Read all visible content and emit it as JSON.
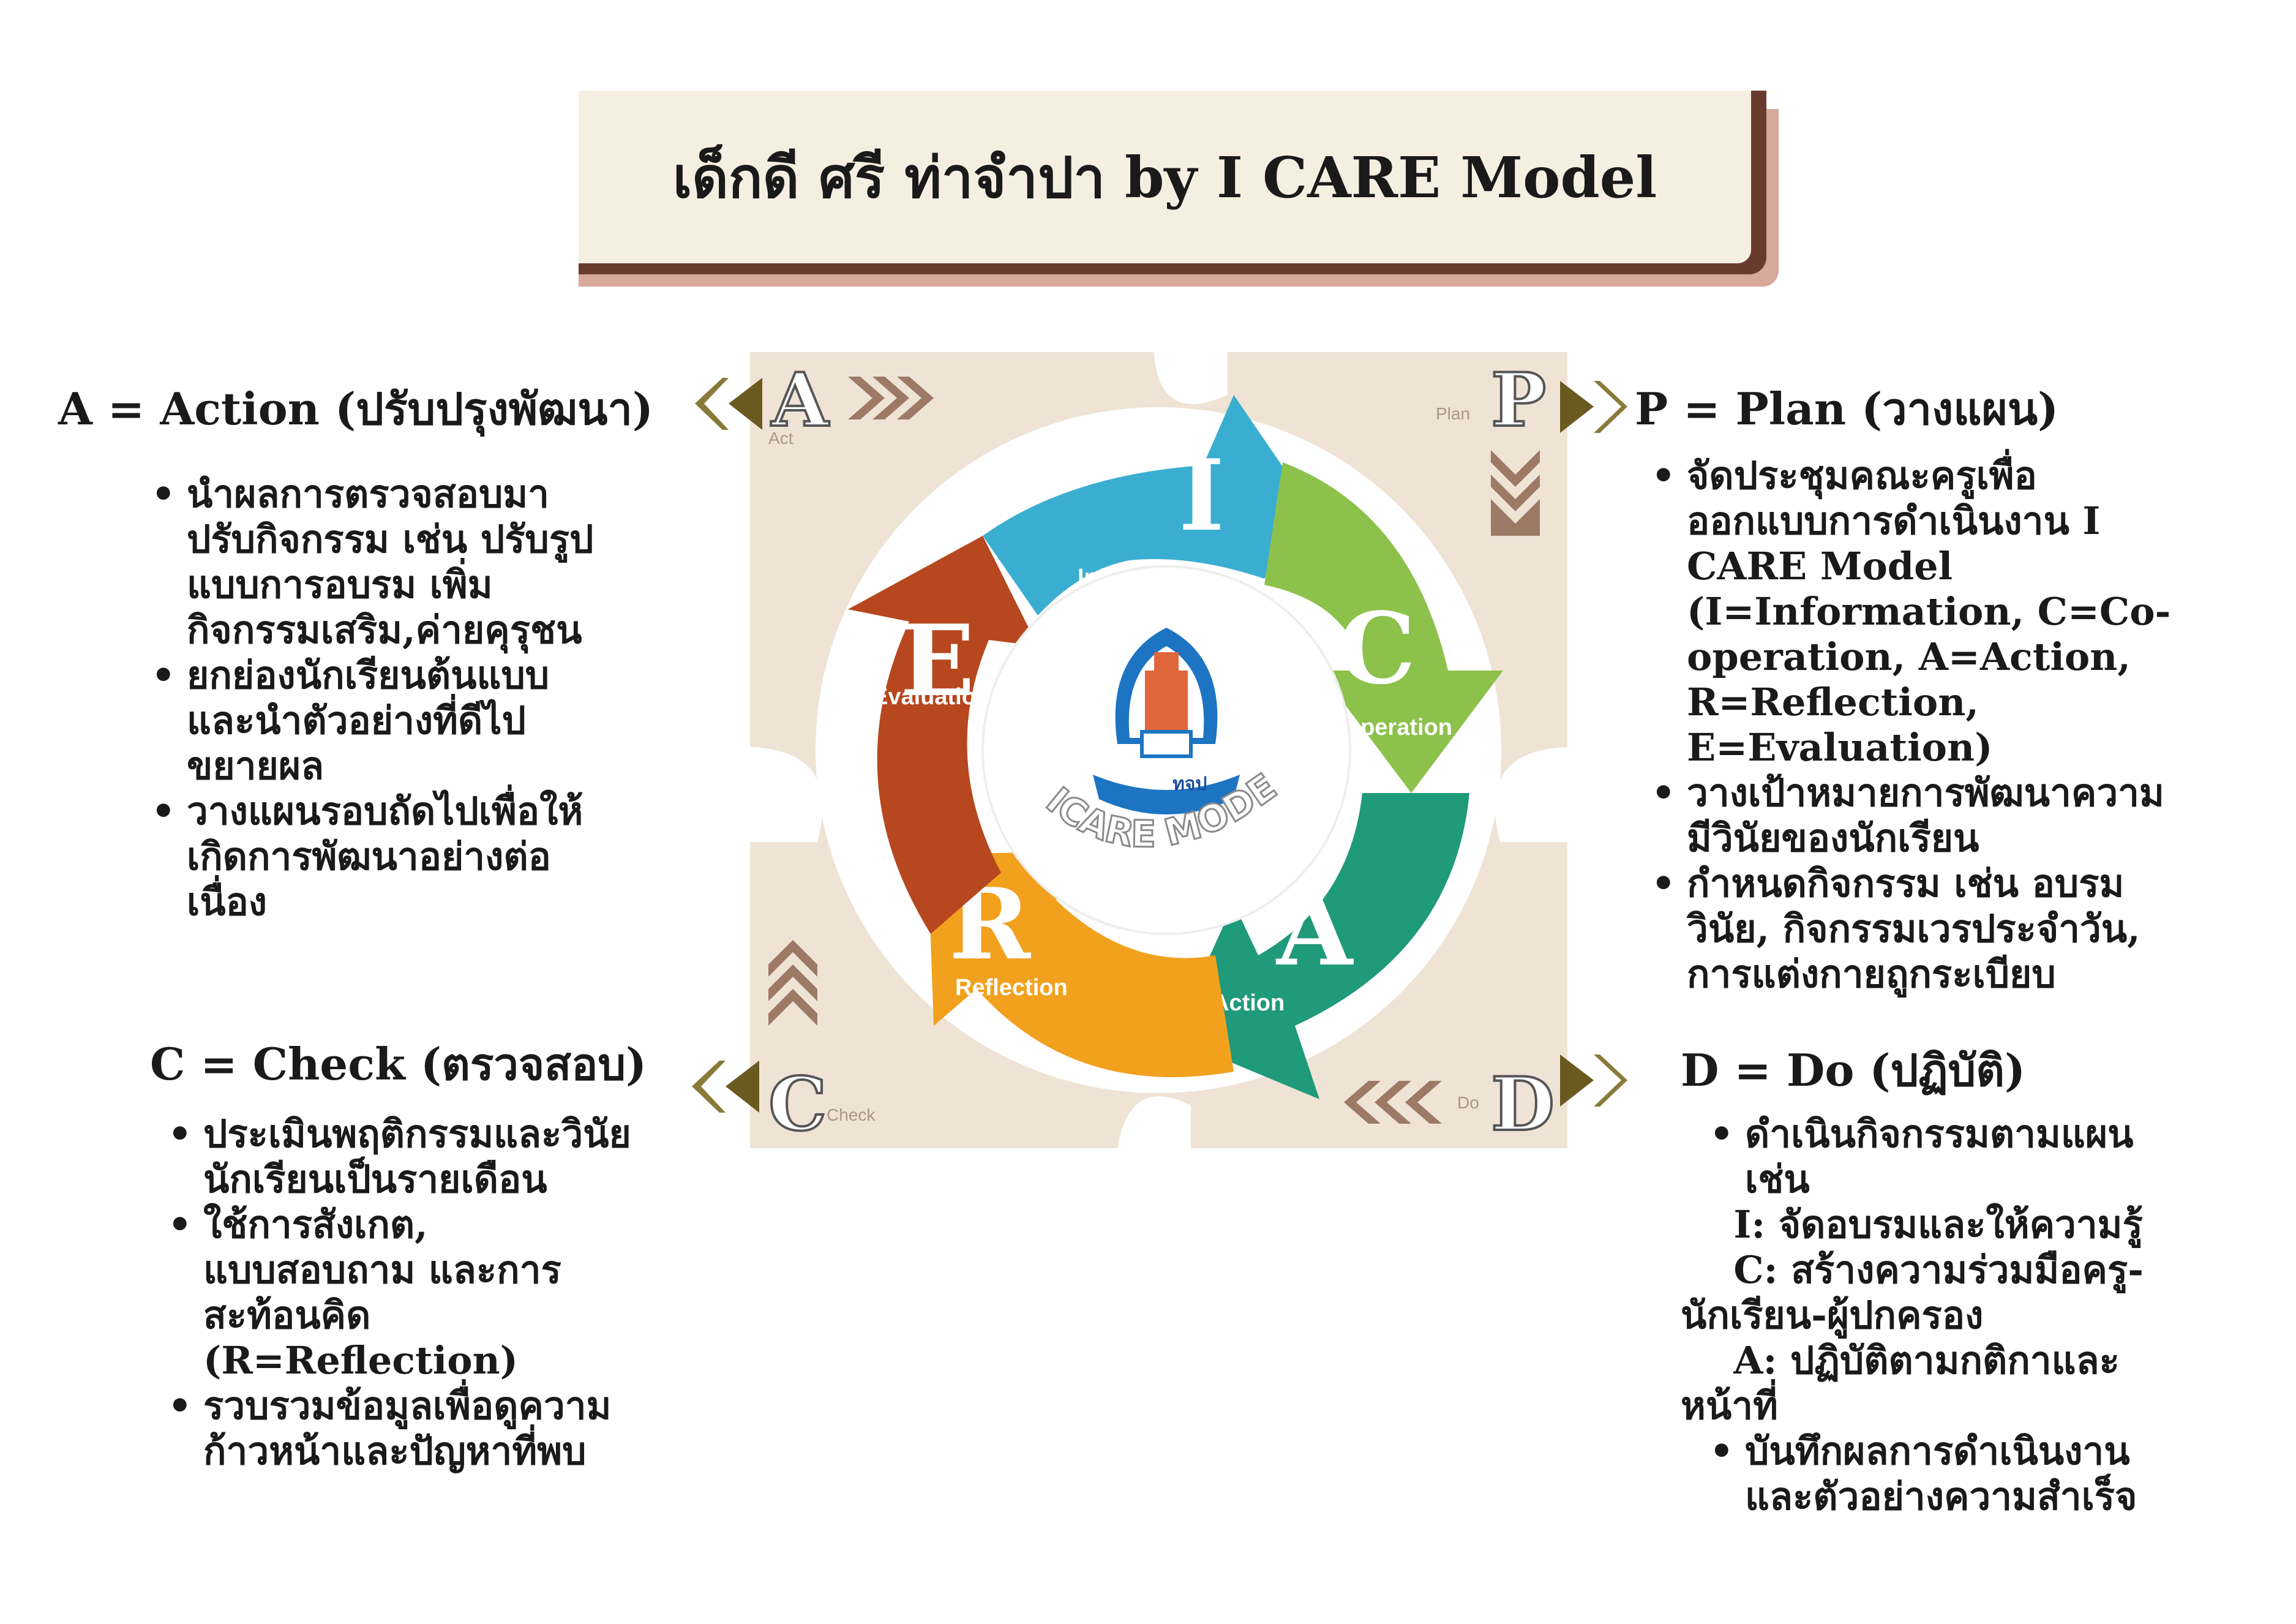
{
  "title": "เด็กดี ศรี ท่าจำปา by I CARE Model",
  "diagram": {
    "corner_labels": {
      "A": {
        "letter": "A",
        "small": "Act"
      },
      "P": {
        "letter": "P",
        "small": "Plan"
      },
      "C": {
        "letter": "C",
        "small": "Check"
      },
      "D": {
        "letter": "D",
        "small": "Do"
      }
    },
    "segments": [
      {
        "letter": "I",
        "label": "Information",
        "color": "#3aaed1"
      },
      {
        "letter": "C",
        "label": "Co- operation",
        "color": "#8cc14b"
      },
      {
        "letter": "A",
        "label": "Action",
        "color": "#1f9a7a"
      },
      {
        "letter": "R",
        "label": "Reflection",
        "color": "#f2a11f"
      },
      {
        "letter": "E",
        "label": "Evaluation",
        "color": "#b7471e"
      }
    ],
    "center_text": "ICARE MODEL",
    "logo_text": "ทจป"
  },
  "sections": {
    "action": {
      "heading": "A = Action (ปรับปรุงพัฒนา)",
      "items": [
        [
          "นำผลการตรวจสอบมา",
          "ปรับกิจกรรม เช่น ปรับรูป",
          "แบบการอบรม เพิ่ม",
          "กิจกรรมเสริม,ค่ายคุรุชน"
        ],
        [
          "ยกย่องนักเรียนต้นแบบ",
          "และนำตัวอย่างที่ดีไป",
          "ขยายผล"
        ],
        [
          "วางแผนรอบถัดไปเพื่อให้",
          "เกิดการพัฒนาอย่างต่อ",
          "เนื่อง"
        ]
      ]
    },
    "plan": {
      "heading": "P = Plan (วางแผน)",
      "items": [
        [
          "จัดประชุมคณะครูเพื่อ",
          "ออกแบบการดำเนินงาน I",
          "CARE Model",
          "(I=Information, C=Co-",
          "operation, A=Action,",
          "R=Reflection,",
          "E=Evaluation)"
        ],
        [
          "วางเป้าหมายการพัฒนาความ",
          "มีวินัยของนักเรียน"
        ],
        [
          "กำหนดกิจกรรม เช่น อบรม",
          "วินัย, กิจกรรมเวรประจำวัน,",
          "การแต่งกายถูกระเบียบ"
        ]
      ]
    },
    "check": {
      "heading": "C = Check (ตรวจสอบ)",
      "items": [
        [
          "ประเมินพฤติกรรมและวินัย",
          "นักเรียนเป็นรายเดือน"
        ],
        [
          "ใช้การสังเกต,",
          "แบบสอบถาม และการ",
          "สะท้อนคิด",
          "(R=Reflection)"
        ],
        [
          "รวบรวมข้อมูลเพื่อดูความ",
          "ก้าวหน้าและปัญหาที่พบ"
        ]
      ]
    },
    "do": {
      "heading": "D = Do (ปฏิบัติ)",
      "item1": [
        "ดำเนินกิจกรรมตามแผน",
        "เช่น"
      ],
      "sub_lines": [
        "    I: จัดอบรมและให้ความรู้",
        "    C: สร้างความร่วมมือครู-",
        "นักเรียน-ผู้ปกครอง",
        "    A: ปฏิบัติตามกติกาและ",
        "หน้าที่"
      ],
      "item2": [
        "บันทึกผลการดำเนินงาน",
        "และตัวอย่างความสำเร็จ"
      ]
    }
  }
}
